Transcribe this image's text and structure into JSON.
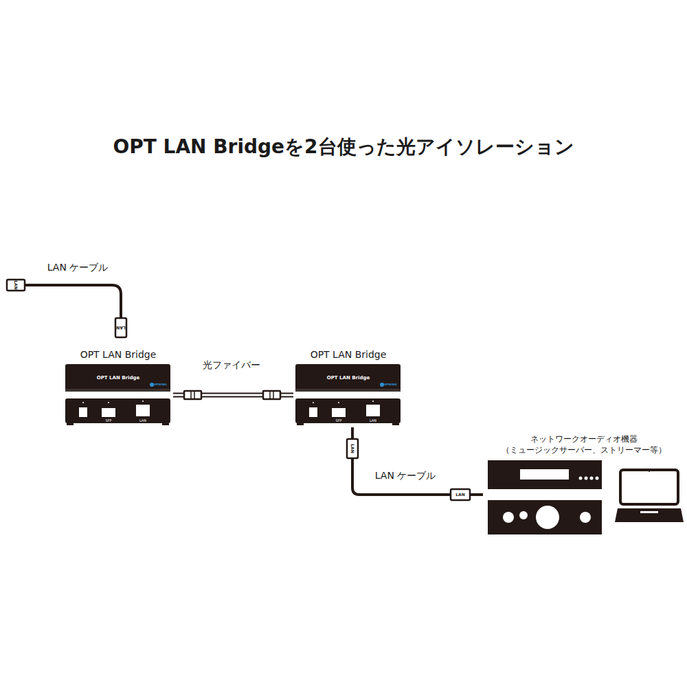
{
  "diagram": {
    "title": "OPT LAN Bridgeを2台使った光アイソレーション",
    "nodes": [
      {
        "text": [
          "OPT LAN Bridge",
          "OPT LAN Bridge"
        ]
      },
      {
        "text": [
          "OPT LAN Bridge",
          "OPT LAN Bridge"
        ]
      },
      {
        "text": [
          "ネットワークオーディオ機器",
          "（ミュージックサーバー、ストリーマー等）"
        ]
      }
    ],
    "edges": [
      {
        "from": 0,
        "to": 1,
        "arrow": "none",
        "label": "光ファイバー"
      },
      {
        "from": 1,
        "to": 2,
        "arrow": "none",
        "label": "LAN ケーブル"
      }
    ],
    "labels": [
      "LAN ケーブル",
      "LAN",
      "LAN",
      "TOPWING",
      "SFP",
      "LAN",
      "TOPWING",
      "SFP",
      "LAN",
      "LAN",
      "LAN"
    ]
  }
}
